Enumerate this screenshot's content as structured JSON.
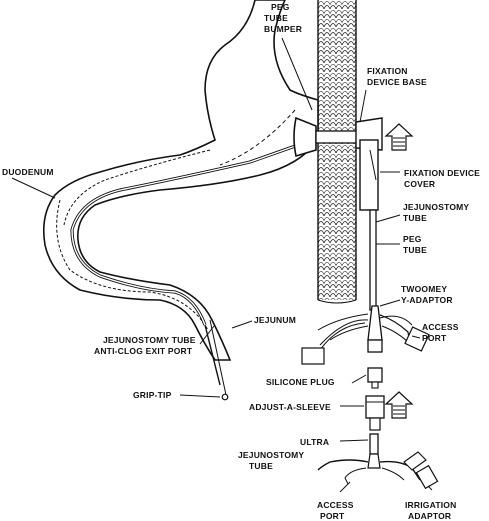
{
  "labels": {
    "peg_tube_bumper": [
      "PEG",
      "TUBE",
      "BUMPER"
    ],
    "fixation_device_base": [
      "FIXATION",
      "DEVICE BASE"
    ],
    "fixation_device_cover": [
      "FIXATION DEVICE",
      "COVER"
    ],
    "duodenum": "DUODENUM",
    "jejunostomy_tube": [
      "JEJUNOSTOMY",
      "TUBE"
    ],
    "peg_tube": [
      "PEG",
      "TUBE"
    ],
    "twoomey_y_adaptor": [
      "TWOOMEY",
      "Y-ADAPTOR"
    ],
    "jejunum": "JEJUNUM",
    "access_port_upper": [
      "ACCESS",
      "PORT"
    ],
    "jejunostomy_tube_exit_port": [
      "JEJUNOSTOMY TUBE",
      "ANTI-CLOG EXIT PORT"
    ],
    "silicone_plug": "SILICONE PLUG",
    "grip_tip": "GRIP-TIP",
    "adjust_a_sleeve": "ADJUST-A-SLEEVE",
    "ultra_jejunostomy_tube": [
      "ULTRA",
      "JEJUNOSTOMY",
      "TUBE"
    ],
    "access_port_lower": [
      "ACCESS",
      "PORT"
    ],
    "irrigation_adaptor": [
      "IRRIGATION",
      "ADAPTOR"
    ]
  }
}
